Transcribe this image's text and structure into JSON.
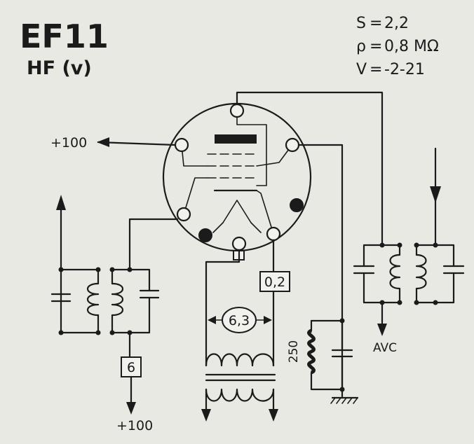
{
  "tube": {
    "name": "EF11",
    "type": "HF (v)"
  },
  "specs": [
    {
      "symbol": "S",
      "value": "2,2"
    },
    {
      "symbol": "ρ",
      "value": "0,8 MΩ"
    },
    {
      "symbol": "V",
      "value": "-2-21"
    }
  ],
  "labels": {
    "screen_voltage": "+100",
    "anode_voltage": "+100",
    "anode_resistor": "6",
    "heater_resistor": "0,2",
    "heater_voltage": "6,3",
    "cathode_resistor": "250",
    "avc": "AVC"
  }
}
